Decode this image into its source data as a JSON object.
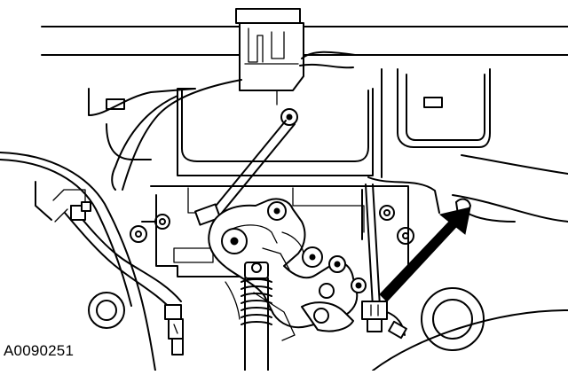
{
  "figure": {
    "reference_id": "A0090251"
  },
  "parts": [
    {
      "name": "door-frame"
    },
    {
      "name": "inner-panel"
    },
    {
      "name": "control-module"
    },
    {
      "name": "rod-linkage"
    },
    {
      "name": "wire-harness"
    },
    {
      "name": "door-latch"
    },
    {
      "name": "latch-spring"
    },
    {
      "name": "electrical-connector"
    },
    {
      "name": "connector-clip"
    },
    {
      "name": "pointer-arrow"
    }
  ]
}
